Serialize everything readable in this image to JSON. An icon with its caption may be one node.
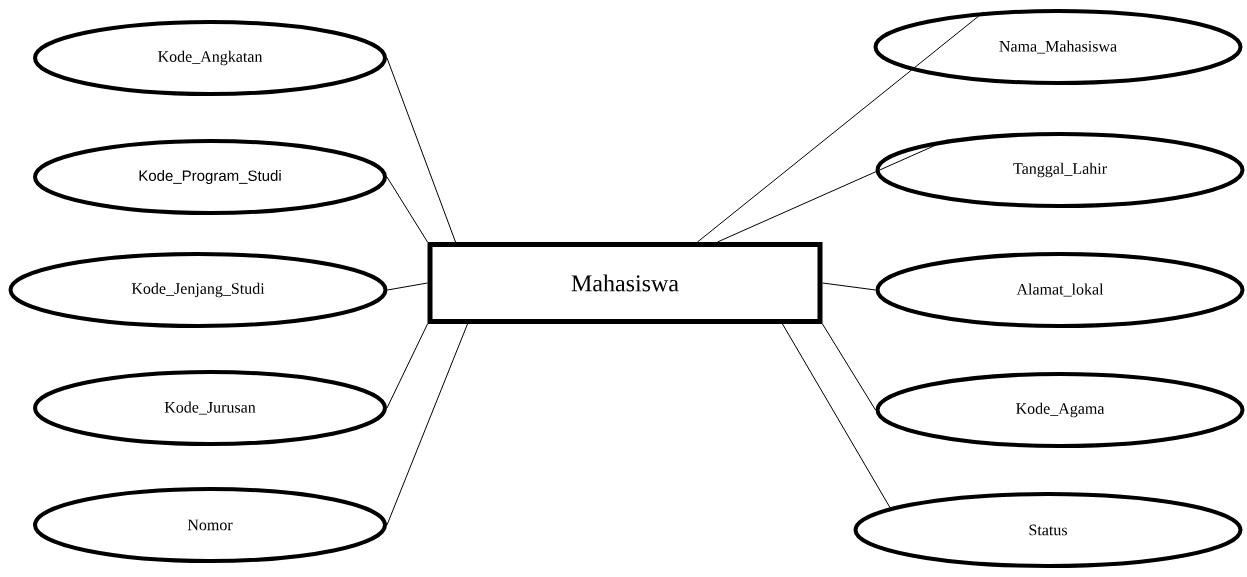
{
  "diagram": {
    "nodes": [
      {
        "text": [
          "Mahasiswa"
        ]
      },
      {
        "text": [
          "Kode_Angkatan"
        ]
      },
      {
        "text": [
          "Kode_Program_Studi"
        ]
      },
      {
        "text": [
          "Kode_Jenjang_Studi"
        ]
      },
      {
        "text": [
          "Kode_Jurusan"
        ]
      },
      {
        "text": [
          "Nomor"
        ]
      },
      {
        "text": [
          "Nama_Mahasiswa"
        ]
      },
      {
        "text": [
          "Tanggal_Lahir"
        ]
      },
      {
        "text": [
          "Alamat_lokal"
        ]
      },
      {
        "text": [
          "Kode_Agama"
        ]
      },
      {
        "text": [
          "Status"
        ]
      }
    ],
    "edges": [
      {
        "from": 0,
        "to": 1,
        "arrow": "none"
      },
      {
        "from": 0,
        "to": 2,
        "arrow": "none"
      },
      {
        "from": 0,
        "to": 3,
        "arrow": "none"
      },
      {
        "from": 0,
        "to": 4,
        "arrow": "none"
      },
      {
        "from": 0,
        "to": 5,
        "arrow": "none"
      },
      {
        "from": 0,
        "to": 6,
        "arrow": "none"
      },
      {
        "from": 0,
        "to": 7,
        "arrow": "none"
      },
      {
        "from": 0,
        "to": 8,
        "arrow": "none"
      },
      {
        "from": 0,
        "to": 9,
        "arrow": "none"
      },
      {
        "from": 0,
        "to": 10,
        "arrow": "none"
      }
    ]
  }
}
